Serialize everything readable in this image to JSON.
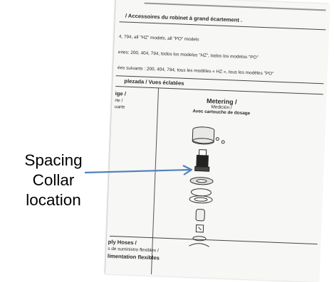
{
  "document": {
    "header": "/ Accessoires du robinet à grand écartement .",
    "lines": [
      "4, 794, all \"HZ\" models, all \"PO\" models",
      "eries: 200, 404, 794, todos los modelos \"HZ\", todos los modelos \"PO\"",
      "ées suivants : 200, 404, 794, tous les modèles « HZ », tous les modèles \"PO\""
    ],
    "table_header": "plezada / Vues éclatées",
    "left_column": [
      "ige /",
      "rte /",
      "uarte"
    ],
    "metering": {
      "title": "Metering /",
      "subtitle": "Medición /",
      "subtitle_fr": "Avec cartouche de dosage"
    },
    "bottom": [
      "ply Hoses /",
      "s de suministro flexibles /",
      "limentation flexibles"
    ]
  },
  "callout": {
    "lines": [
      "Spacing",
      "Collar",
      "location"
    ],
    "arrow_color": "#4f81bd"
  }
}
